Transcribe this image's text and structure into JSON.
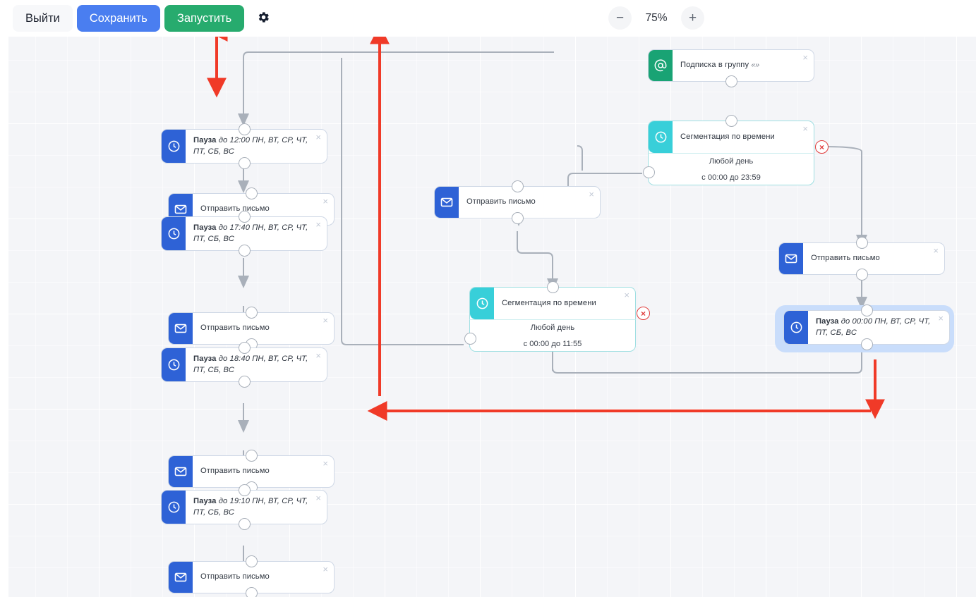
{
  "toolbar": {
    "exit_label": "Выйти",
    "save_label": "Сохранить",
    "run_label": "Запустить",
    "settings_icon": "gear-icon",
    "zoom_out_label": "−",
    "zoom_in_label": "+",
    "zoom_level": "75%"
  },
  "canvas": {
    "nodes": [
      {
        "id": "n1",
        "type": "pause",
        "icon": "clock-icon",
        "strip": "blue",
        "title_bold": "Пауза",
        "title_italic": "до 12:00 ПН, ВТ, СР, ЧТ, ПТ, СБ, ВС",
        "close_label": "×"
      },
      {
        "id": "n2",
        "type": "email",
        "icon": "envelope-icon",
        "strip": "blue",
        "title_bold": "Отправить письмо",
        "title_italic": "",
        "close_label": "×"
      },
      {
        "id": "n3",
        "type": "pause",
        "icon": "clock-icon",
        "strip": "blue",
        "title_bold": "Пауза",
        "title_italic": "до 17:40 ПН, ВТ, СР, ЧТ, ПТ, СБ, ВС",
        "close_label": "×"
      },
      {
        "id": "n4",
        "type": "email",
        "icon": "envelope-icon",
        "strip": "blue",
        "title_bold": "Отправить письмо",
        "title_italic": "",
        "close_label": "×"
      },
      {
        "id": "n5",
        "type": "pause",
        "icon": "clock-icon",
        "strip": "blue",
        "title_bold": "Пауза",
        "title_italic": "до 18:40 ПН, ВТ, СР, ЧТ, ПТ, СБ, ВС",
        "close_label": "×"
      },
      {
        "id": "n6",
        "type": "email",
        "icon": "envelope-icon",
        "strip": "blue",
        "title_bold": "Отправить письмо",
        "title_italic": "",
        "close_label": "×"
      },
      {
        "id": "n7",
        "type": "pause",
        "icon": "clock-icon",
        "strip": "blue",
        "title_bold": "Пауза",
        "title_italic": "до 19:10 ПН, ВТ, СР, ЧТ, ПТ, СБ, ВС",
        "close_label": "×"
      },
      {
        "id": "n8",
        "type": "email",
        "icon": "envelope-icon",
        "strip": "blue",
        "title_bold": "Отправить письмо",
        "title_italic": "",
        "close_label": "×"
      },
      {
        "id": "n9",
        "type": "subscribe",
        "icon": "at-icon",
        "strip": "green",
        "title_bold": "Подписка в группу",
        "quote": "«»",
        "close_label": "×"
      },
      {
        "id": "n10",
        "type": "segmentation",
        "icon": "clock-icon",
        "strip": "cyan",
        "title_bold": "Сегментация по времени",
        "close_label": "×",
        "sub_line1": "Любой день",
        "sub_line2": "с 00:00 до 23:59",
        "badge": "×"
      },
      {
        "id": "n11",
        "type": "email",
        "icon": "envelope-icon",
        "strip": "blue",
        "title_bold": "Отправить письмо",
        "title_italic": "",
        "close_label": "×"
      },
      {
        "id": "n12",
        "type": "segmentation",
        "icon": "clock-icon",
        "strip": "cyan",
        "title_bold": "Сегментация по времени",
        "close_label": "×",
        "sub_line1": "Любой день",
        "sub_line2": "с 00:00 до 11:55",
        "badge": "×"
      },
      {
        "id": "n13",
        "type": "email",
        "icon": "envelope-icon",
        "strip": "blue",
        "title_bold": "Отправить письмо",
        "title_italic": "",
        "close_label": "×"
      },
      {
        "id": "n14",
        "type": "pause",
        "icon": "clock-icon",
        "strip": "blue",
        "title_bold": "Пауза",
        "title_italic": "до 00:00 ПН, ВТ, СР, ЧТ, ПТ, СБ, ВС",
        "close_label": "×",
        "selected": true
      }
    ],
    "colors": {
      "blue": "#2e62d6",
      "green": "#19a374",
      "cyan": "#38cfd9",
      "edge": "#a9b0ba",
      "annotation_red": "#f03a28",
      "badge_red": "#e03b3b",
      "selection": "#c9ddfb",
      "canvas_bg": "#f4f5f8"
    }
  }
}
